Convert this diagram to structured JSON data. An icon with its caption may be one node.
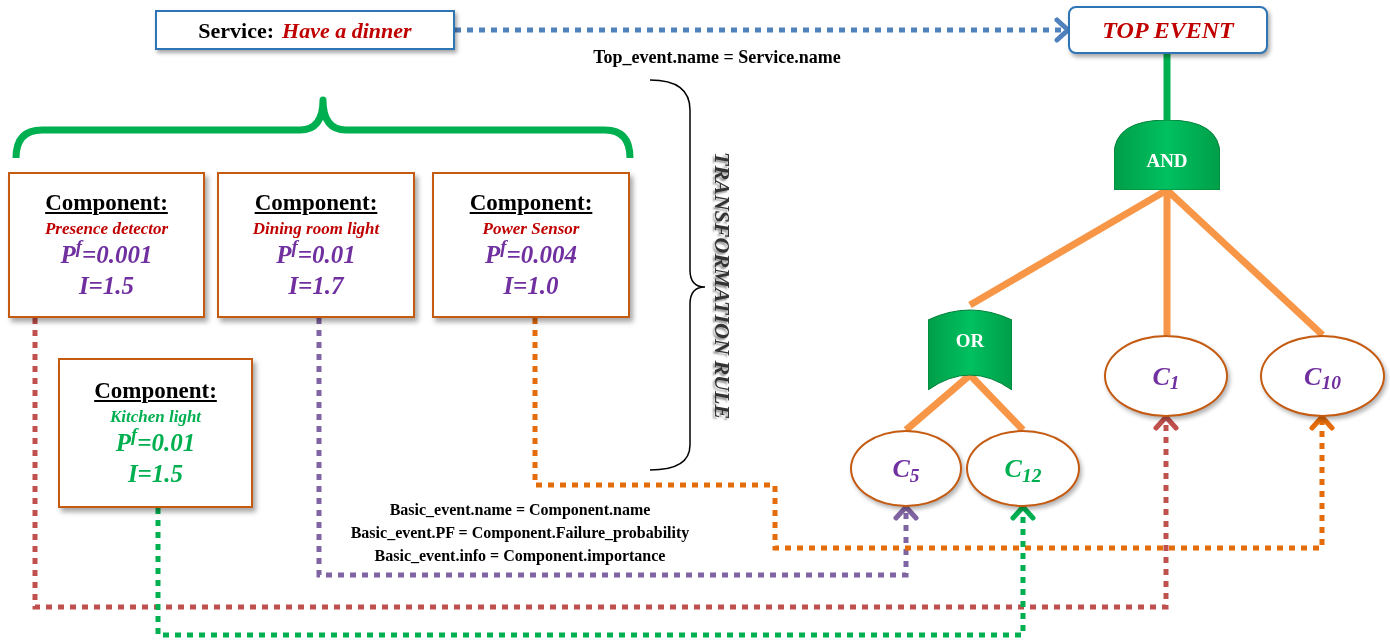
{
  "diagram": {
    "nodes": [
      {
        "text": [
          "Service:",
          "Have a dinner"
        ]
      },
      {
        "text": [
          "TOP EVENT"
        ]
      },
      {
        "text": [
          "Component:",
          "Presence detector",
          "P$^{f}$=0.001",
          "I=1.5"
        ]
      },
      {
        "text": [
          "Component:",
          "Dining room light",
          "P$^{f}$=0.01",
          "I=1.7"
        ]
      },
      {
        "text": [
          "Component:",
          "Power Sensor",
          "P$^{f}$=0.004",
          "I=1.0"
        ]
      },
      {
        "text": [
          "Component:",
          "Kitchen light",
          "P$^{f}$=0.01",
          "I=1.5"
        ]
      },
      {
        "text": [
          "AND"
        ]
      },
      {
        "text": [
          "OR"
        ]
      },
      {
        "text": [
          "C$_{1}$"
        ]
      },
      {
        "text": [
          "C$_{10}$"
        ]
      },
      {
        "text": [
          "C$_{5}$"
        ]
      },
      {
        "text": [
          "C$_{12}$"
        ]
      }
    ],
    "edges": [
      {
        "from": 0,
        "to": 1,
        "arrow": "to",
        "style": "dashed",
        "color": "#4f81bd"
      },
      {
        "from": 1,
        "to": 6,
        "arrow": "none",
        "color": "#00b050"
      },
      {
        "from": 6,
        "to": 7,
        "arrow": "none"
      },
      {
        "from": 6,
        "to": 8,
        "arrow": "none"
      },
      {
        "from": 6,
        "to": 9,
        "arrow": "none"
      },
      {
        "from": 7,
        "to": 10,
        "arrow": "none"
      },
      {
        "from": 7,
        "to": 11,
        "arrow": "none"
      },
      {
        "from": 2,
        "to": 8,
        "arrow": "to",
        "style": "dashed",
        "color": "#c0504d"
      },
      {
        "from": 3,
        "to": 10,
        "arrow": "to",
        "style": "dashed",
        "color": "#8064a2"
      },
      {
        "from": 4,
        "to": 9,
        "arrow": "to",
        "style": "dashed",
        "color": "#e46c0a"
      },
      {
        "from": 5,
        "to": 11,
        "arrow": "to",
        "style": "dashed",
        "color": "#00b050"
      }
    ],
    "labels": [
      "Top_event.name = Service.name",
      "TRANSFORMATION RULE",
      "Basic_event.name = Component.name",
      "Basic_event.PF = Component.Failure_probability",
      "Basic_event.info = Component.importance"
    ]
  }
}
